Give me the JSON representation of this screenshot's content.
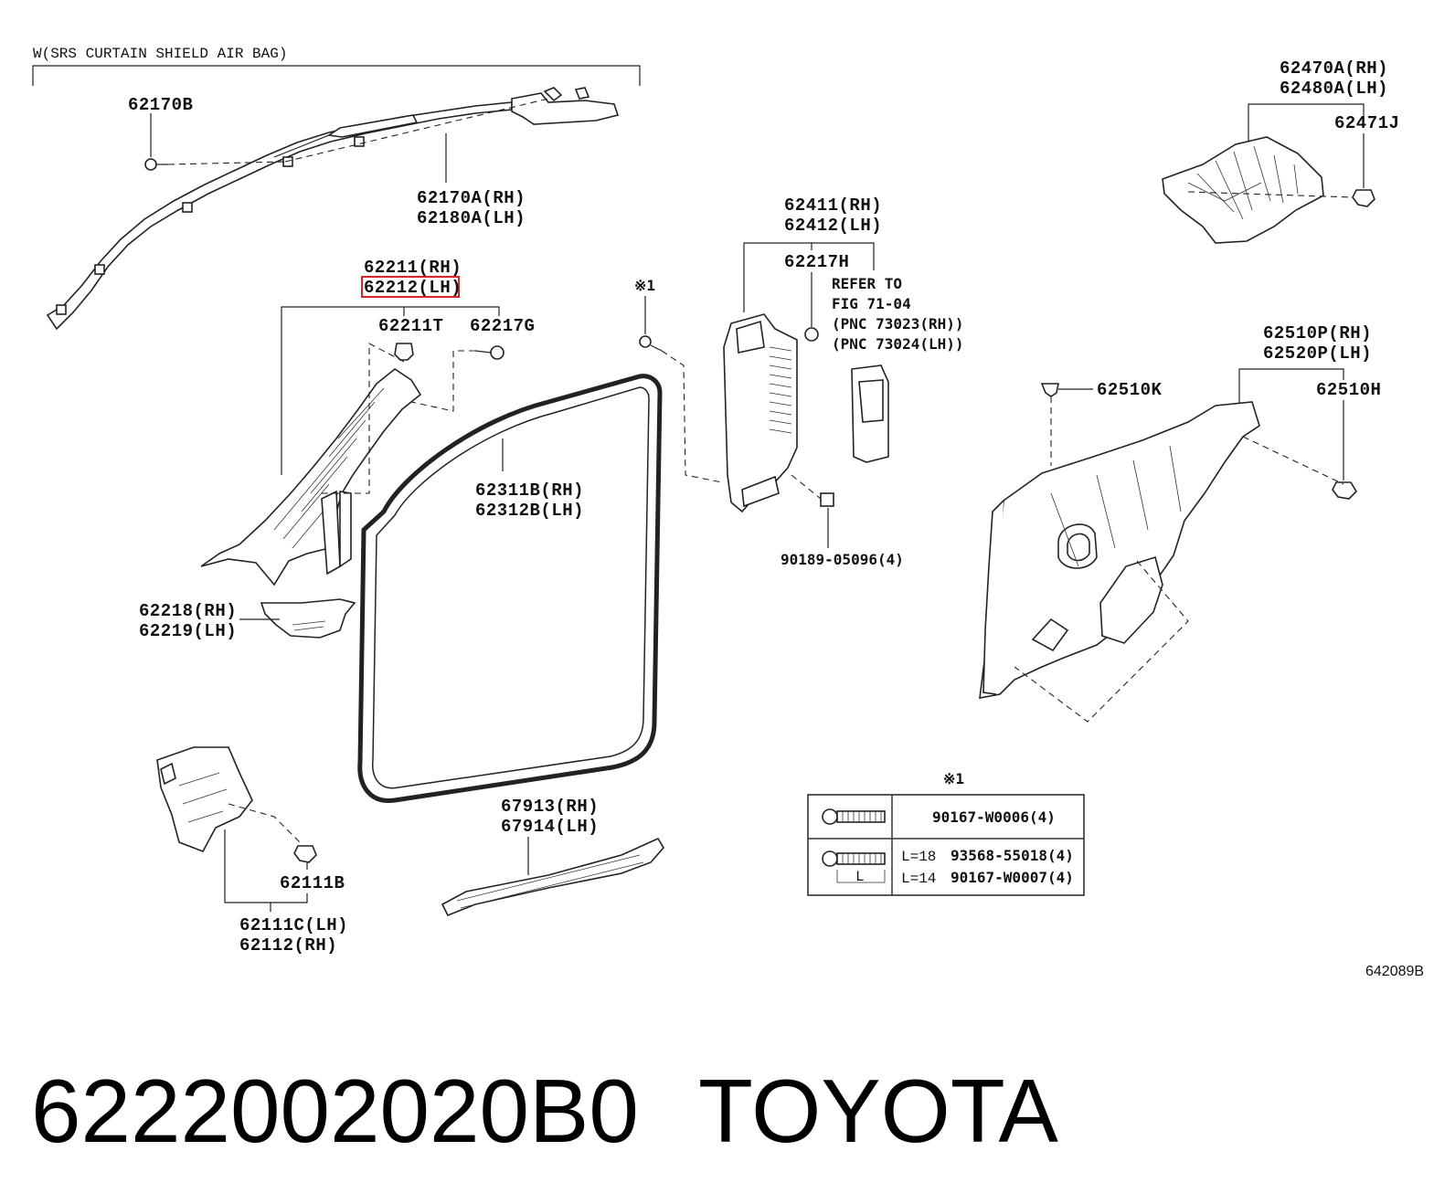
{
  "header_note": "W(SRS CURTAIN SHIELD AIR BAG)",
  "labels": {
    "p62170B": "62170B",
    "p62170A": "62170A(RH)",
    "p62180A": "62180A(LH)",
    "p62211": "62211(RH)",
    "p62212": "62212(LH)",
    "p62211T": "62211T",
    "p62217G": "62217G",
    "p62218": "62218(RH)",
    "p62219": "62219(LH)",
    "p62311B": "62311B(RH)",
    "p62312B": "62312B(LH)",
    "p62411": "62411(RH)",
    "p62412": "62412(LH)",
    "p62217H": "62217H",
    "refer1": "REFER TO",
    "refer2": "FIG 71-04",
    "refer3": "(PNC 73023(RH))",
    "refer4": "(PNC 73024(LH))",
    "star1_top": "※1",
    "p90189": "90189-05096(4)",
    "p62470A": "62470A(RH)",
    "p62480A": "62480A(LH)",
    "p62471J": "62471J",
    "p62510P": "62510P(RH)",
    "p62520P": "62520P(LH)",
    "p62510K": "62510K",
    "p62510H": "62510H",
    "p62111B": "62111B",
    "p62111C": "62111C(LH)",
    "p62112": "62112(RH)",
    "p67913": "67913(RH)",
    "p67914": "67914(LH)"
  },
  "fastener_table": {
    "star": "※1",
    "row1_part": "90167-W0006(4)",
    "row2_len1": "L=18",
    "row2_part1": "93568-55018(4)",
    "row2_len2": "L=14",
    "row2_part2": "90167-W0007(4)",
    "dim_letter": "L"
  },
  "illustration_number": "642089B",
  "part_number": "6222002020B0",
  "brand": "TOYOTA",
  "highlight_color": "#d9222a"
}
